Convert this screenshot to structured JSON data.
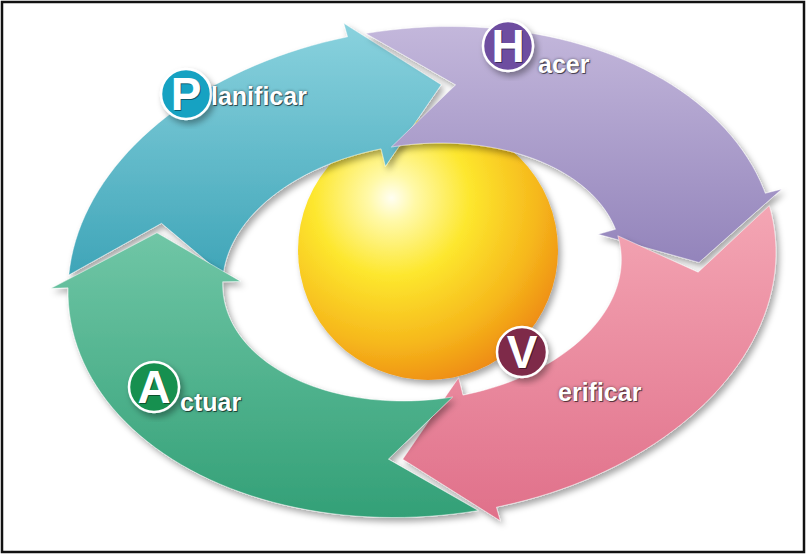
{
  "diagram": {
    "nodes": [
      {
        "text": [
          "lanificar"
        ]
      },
      {
        "text": [
          "P"
        ],
        "in": 0
      },
      {
        "text": [
          "acer"
        ]
      },
      {
        "text": [
          "H"
        ],
        "in": 2
      },
      {
        "text": [
          "erificar"
        ]
      },
      {
        "text": [
          "V"
        ],
        "in": 4
      },
      {
        "text": [
          "ctuar"
        ]
      },
      {
        "text": [
          "A"
        ],
        "in": 6
      }
    ]
  }
}
